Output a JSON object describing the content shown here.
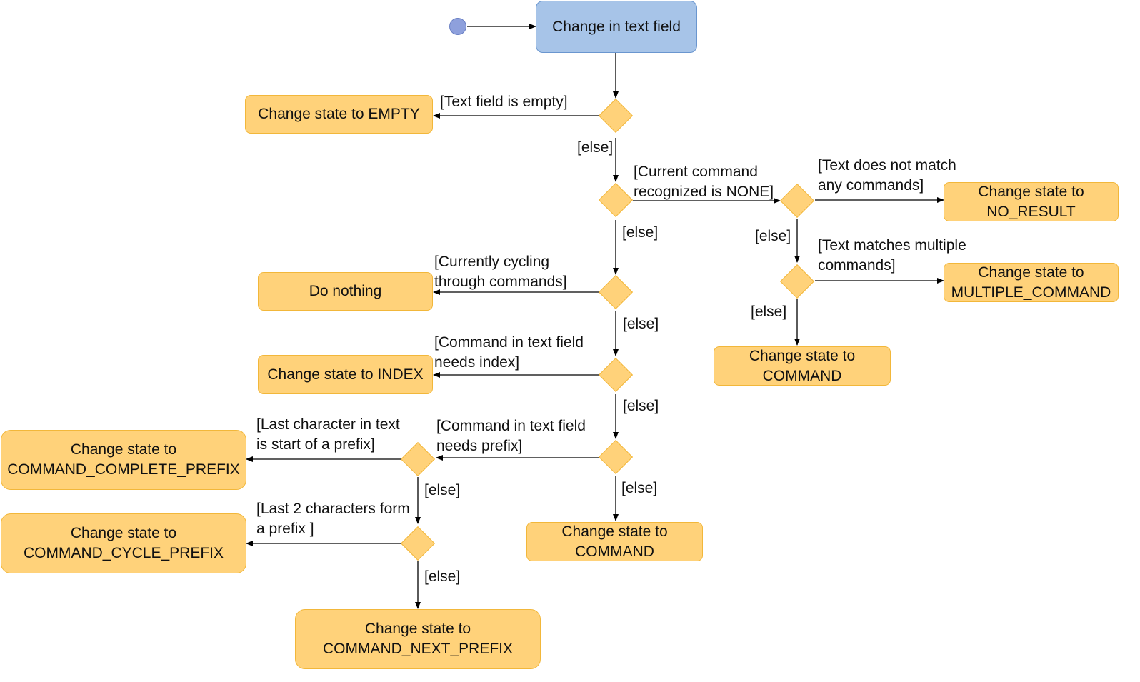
{
  "nodes": {
    "start": "Change in text field",
    "empty": "Change state to EMPTY",
    "do_nothing": "Do nothing",
    "index": "Change state to INDEX",
    "complete_prefix": [
      "Change state to",
      "COMMAND_COMPLETE_PREFIX"
    ],
    "cycle_prefix": [
      "Change state to",
      "COMMAND_CYCLE_PREFIX"
    ],
    "next_prefix": [
      "Change state to",
      "COMMAND_NEXT_PREFIX"
    ],
    "command_mid": [
      "Change state to",
      "COMMAND"
    ],
    "no_result": [
      "Change state to",
      "NO_RESULT"
    ],
    "multiple_command": [
      "Change state to",
      "MULTIPLE_COMMAND"
    ],
    "command_right": [
      "Change state to",
      "COMMAND"
    ]
  },
  "guards": {
    "text_empty": "[Text field is empty]",
    "current_none": [
      "[Current command",
      "recognized is NONE]"
    ],
    "cycling": [
      "[Currently cycling",
      "through commands]"
    ],
    "needs_index": [
      "[Command in text field",
      "needs index]"
    ],
    "needs_prefix": [
      "[Command in text field",
      "needs prefix]"
    ],
    "last_char_prefix": [
      "[Last character in text",
      "is start of a prefix]"
    ],
    "last2_prefix": [
      "[Last 2 characters form",
      "a prefix ]"
    ],
    "no_match": [
      "[Text does not match",
      "any commands]"
    ],
    "multi_match": [
      "[Text matches multiple",
      "commands]"
    ],
    "else": "[else]"
  },
  "colors": {
    "action_fill": "#ffd27a",
    "action_border": "#f2b73a",
    "start_fill": "#a7c4e8",
    "initial_node": "#8ea0dc",
    "arrow": "#000000"
  }
}
